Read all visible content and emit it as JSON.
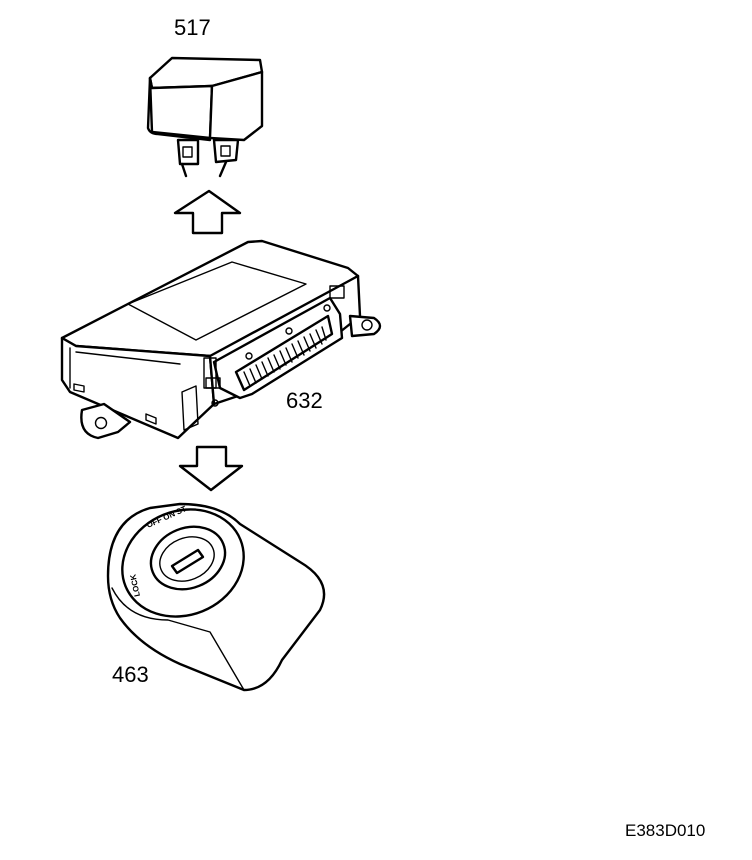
{
  "labels": {
    "relay": "517",
    "control_module": "632",
    "ignition_switch": "463"
  },
  "switch_positions": "OFF ON ST",
  "switch_lock": "LOCK",
  "figure_code": "E383D010",
  "colors": {
    "line": "#000000",
    "background": "#ffffff"
  }
}
